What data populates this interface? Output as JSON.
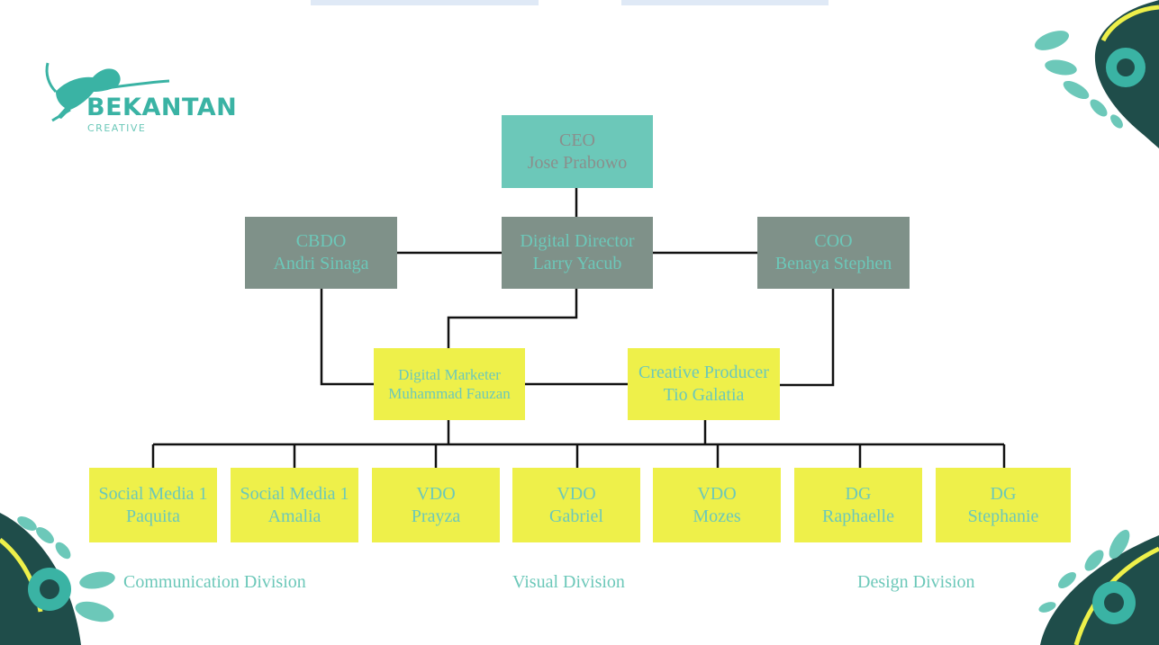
{
  "logo": {
    "name": "BEKANTAN",
    "tagline": "CREATIVE"
  },
  "colors": {
    "teal": "#6cc8b9",
    "gray": "#7f9189",
    "yellow": "#eef04a",
    "dark": "#1f4d4a"
  },
  "nodes": {
    "ceo": {
      "role": "CEO",
      "name": "Jose Prabowo"
    },
    "cbdo": {
      "role": "CBDO",
      "name": "Andri Sinaga"
    },
    "digital_director": {
      "role": "Digital Director",
      "name": "Larry Yacub"
    },
    "coo": {
      "role": "COO",
      "name": "Benaya Stephen"
    },
    "digital_marketer": {
      "role": "Digital Marketer",
      "name": "Muhammad Fauzan"
    },
    "creative_producer": {
      "role": "Creative Producer",
      "name": "Tio Galatia"
    },
    "staff": [
      {
        "role": "Social Media 1",
        "name": "Paquita"
      },
      {
        "role": "Social Media 1",
        "name": "Amalia"
      },
      {
        "role": "VDO",
        "name": "Prayza"
      },
      {
        "role": "VDO",
        "name": "Gabriel"
      },
      {
        "role": "VDO",
        "name": "Mozes"
      },
      {
        "role": "DG",
        "name": "Raphaelle"
      },
      {
        "role": "DG",
        "name": "Stephanie"
      }
    ]
  },
  "divisions": [
    "Communication Division",
    "Visual Division",
    "Design Division"
  ]
}
